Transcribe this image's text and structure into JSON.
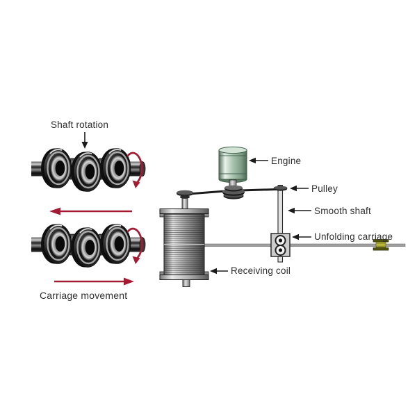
{
  "figure": {
    "description": "Cable unwinding machine diagram",
    "left_diagram": {
      "shaft_rotation_label": "Shaft rotation",
      "carriage_movement_label": "Carriage movement"
    },
    "right_diagram": {
      "engine_label": "Engine",
      "pulley_label": "Pulley",
      "smooth_shaft_label": "Smooth shaft",
      "unfolding_carriage_label": "Unfolding carriage",
      "receiving_coil_label": "Receiving coil"
    },
    "colors": {
      "red_arrow": "#a31c33",
      "black_arrow": "#1a1a1a",
      "label_text": "#2e2e2e",
      "engine_green": "#a8c4af",
      "spool_yellow": "#d9d945",
      "carriage_gray": "#cccccc",
      "wire_gray": "#a0a0a0"
    }
  }
}
